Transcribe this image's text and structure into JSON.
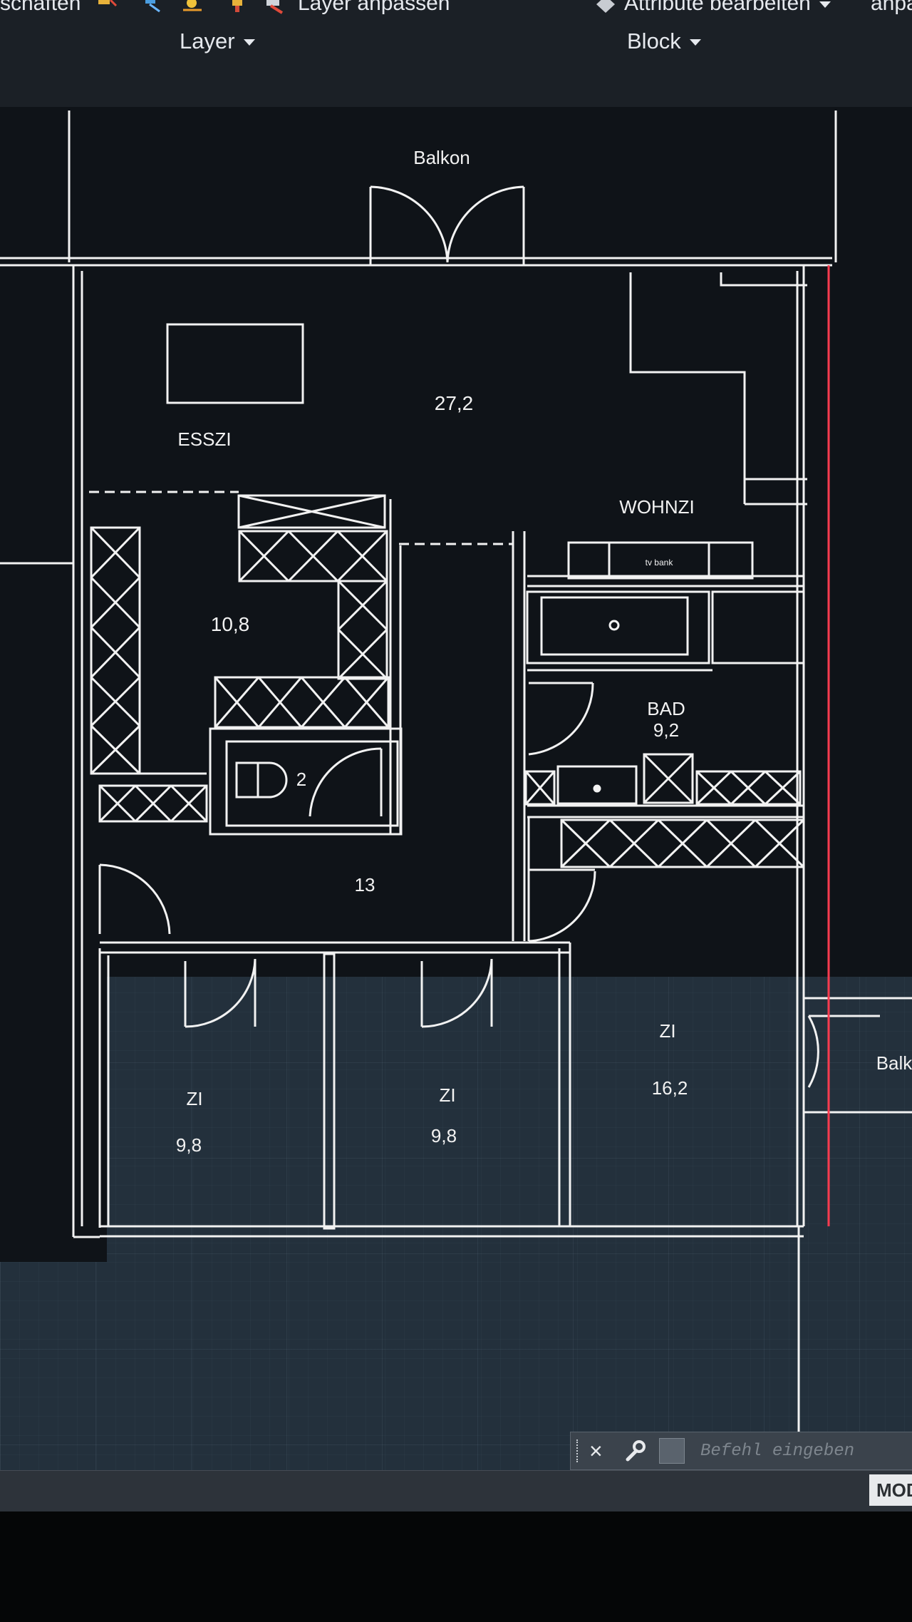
{
  "ribbon": {
    "partial_left_label": "schaften",
    "layer_adjust_label": "Layer anpassen",
    "attr_edit_label": "Attribute bearbeiten",
    "partial_right_label": "anpa",
    "layer_panel_label": "Layer",
    "block_panel_label": "Block",
    "icons": [
      "layer-match-icon",
      "layer-freeze-icon",
      "layer-sun-icon",
      "layer-lock-icon",
      "layer-adjust-icon",
      "attribute-edit-icon"
    ]
  },
  "plan": {
    "line_color": "#f2f2f2",
    "accent_line_color": "#ff3b4f",
    "labels": {
      "balkon": "Balkon",
      "living_area": "27,2",
      "esszi": "ESSZI",
      "wohnzi": "WOHNZI",
      "tvbank": "tv bank",
      "kitchen_area": "10,8",
      "wc_area": "2",
      "bad": "BAD",
      "bad_area": "9,2",
      "hall_area": "13",
      "zi_left": "ZI",
      "zi_left_area": "9,8",
      "zi_mid": "ZI",
      "zi_mid_area": "9,8",
      "zi_right": "ZI",
      "zi_right_area": "16,2",
      "balk_partial": "Balk"
    }
  },
  "command_line": {
    "placeholder": "Befehl eingeben",
    "close_icon": "×"
  },
  "status_bar": {
    "model_tab": "MOD"
  }
}
